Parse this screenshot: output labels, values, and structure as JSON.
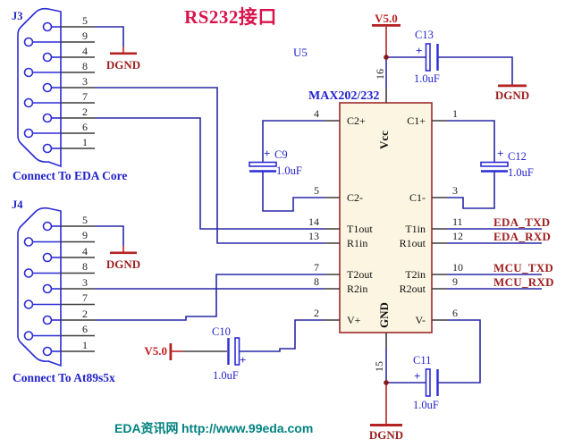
{
  "title": "RS232接口",
  "footer": {
    "site": "EDA资讯网",
    "url": "http://www.99eda.com"
  },
  "power": {
    "v50": "V5.0",
    "dgnd": "DGND"
  },
  "connectors": {
    "j3": {
      "ref": "J3",
      "caption": "Connect To EDA Core",
      "pins": [
        "5",
        "9",
        "4",
        "8",
        "3",
        "7",
        "2",
        "6",
        "1"
      ]
    },
    "j4": {
      "ref": "J4",
      "caption": "Connect To At89s5x",
      "pins": [
        "5",
        "9",
        "4",
        "8",
        "3",
        "7",
        "2",
        "6",
        "1"
      ]
    }
  },
  "chip": {
    "ref": "U5",
    "part": "MAX202/232",
    "left_pins": [
      {
        "num": "4",
        "name": "C2+"
      },
      {
        "num": "5",
        "name": "C2-"
      },
      {
        "num": "14",
        "name": "T1out"
      },
      {
        "num": "13",
        "name": "R1in"
      },
      {
        "num": "7",
        "name": "T2out"
      },
      {
        "num": "8",
        "name": "R2in"
      },
      {
        "num": "2",
        "name": "V+"
      }
    ],
    "right_pins": [
      {
        "num": "1",
        "name": "C1+"
      },
      {
        "num": "3",
        "name": "C1-"
      },
      {
        "num": "11",
        "name": "T1in"
      },
      {
        "num": "12",
        "name": "R1out"
      },
      {
        "num": "10",
        "name": "T2in"
      },
      {
        "num": "9",
        "name": "R2out"
      },
      {
        "num": "6",
        "name": "V-"
      }
    ],
    "top_pin": {
      "num": "16",
      "name": "Vcc"
    },
    "bottom_pin": {
      "num": "15",
      "name": "GND"
    }
  },
  "capacitors": {
    "plus_sign": "+",
    "c9": {
      "ref": "C9",
      "value": "1.0uF"
    },
    "c10": {
      "ref": "C10",
      "value": "1.0uF"
    },
    "c11": {
      "ref": "C11",
      "value": "1.0uF"
    },
    "c12": {
      "ref": "C12",
      "value": "1.0uF"
    },
    "c13": {
      "ref": "C13",
      "value": "1.0uF"
    }
  },
  "net_labels": [
    "EDA_TXD",
    "EDA_RXD",
    "MCU_TXD",
    "MCU_RXD"
  ],
  "colors": {
    "wire": "#2929A6",
    "component": "#2B2BD5",
    "pin": "#3C3C3C",
    "chip_fill": "#FCF5E2",
    "chip_border": "#A23636",
    "power_red": "#B42222",
    "net_label": "#A02020",
    "title_red": "#D8134B",
    "footer_teal": "#00827F",
    "label_blue": "#2222CC"
  }
}
